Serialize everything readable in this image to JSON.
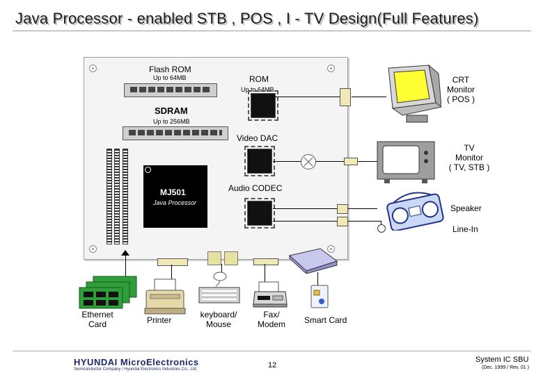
{
  "title": "Java Processor - enabled STB , POS , I - TV  Design(Full Features)",
  "board": {
    "flash_rom": {
      "label": "Flash ROM",
      "sub": "Up to 64MB"
    },
    "rom": {
      "label": "ROM",
      "sub": "Up to 64MB"
    },
    "sdram": {
      "label": "SDRAM",
      "sub": "Up to 256MB"
    },
    "video_dac": {
      "label": "Video DAC"
    },
    "audio_codec": {
      "label": "Audio CODEC"
    },
    "cpu": {
      "label": "MJ501",
      "sub": "Java Processor"
    }
  },
  "devices": {
    "crt": [
      "CRT",
      "Monitor",
      "( POS )"
    ],
    "tv": [
      "TV",
      "Monitor",
      "( TV, STB )"
    ],
    "speaker": "Speaker",
    "line_in": "Line-In",
    "ethernet": [
      "Ethernet",
      "Card"
    ],
    "printer": "Printer",
    "keyboard": [
      "keyboard/",
      "Mouse"
    ],
    "fax": [
      "Fax/",
      "Modem"
    ],
    "smart_card": "Smart Card"
  },
  "footer": {
    "logo": "HYUNDAI MicroElectronics",
    "logo_sub": "Semiconductor Company / Hyundai Electronics Industries Co., Ltd.",
    "page": "12",
    "org": "System IC SBU",
    "rev": "(Dec. 1999 / Rev. 01 )"
  },
  "colors": {
    "board": "#f4f4f4",
    "screen": "#ffff33",
    "pcb_green": "#2f9e3a",
    "logo": "#1b2a6b"
  }
}
